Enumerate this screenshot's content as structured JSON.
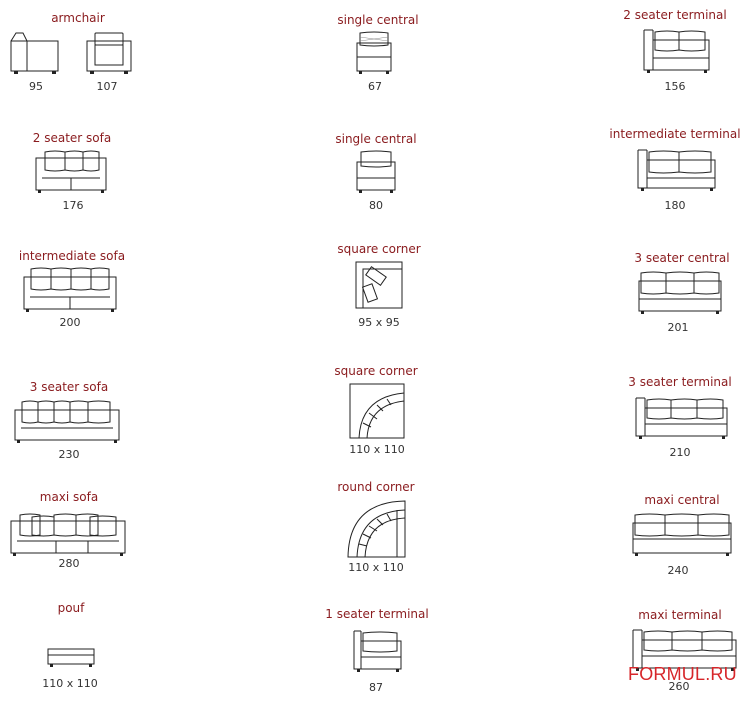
{
  "watermark": "FORMUL.RU",
  "items": [
    {
      "id": "armchair",
      "label": "armchair",
      "dims": [
        "95",
        "107"
      ]
    },
    {
      "id": "single-central-67",
      "label": "single central",
      "dims": [
        "67"
      ]
    },
    {
      "id": "2-seater-terminal",
      "label": "2 seater terminal",
      "dims": [
        "156"
      ]
    },
    {
      "id": "2-seater-sofa",
      "label": "2 seater sofa",
      "dims": [
        "176"
      ]
    },
    {
      "id": "single-central-80",
      "label": "single central",
      "dims": [
        "80"
      ]
    },
    {
      "id": "intermediate-terminal",
      "label": "intermediate terminal",
      "dims": [
        "180"
      ]
    },
    {
      "id": "intermediate-sofa",
      "label": "intermediate sofa",
      "dims": [
        "200"
      ]
    },
    {
      "id": "square-corner-95",
      "label": "square corner",
      "dims": [
        "95 x 95"
      ]
    },
    {
      "id": "3-seater-central",
      "label": "3 seater central",
      "dims": [
        "201"
      ]
    },
    {
      "id": "3-seater-sofa",
      "label": "3 seater sofa",
      "dims": [
        "230"
      ]
    },
    {
      "id": "square-corner-110",
      "label": "square corner",
      "dims": [
        "110 x 110"
      ]
    },
    {
      "id": "3-seater-terminal",
      "label": "3 seater terminal",
      "dims": [
        "210"
      ]
    },
    {
      "id": "maxi-sofa",
      "label": "maxi sofa",
      "dims": [
        "280"
      ]
    },
    {
      "id": "round-corner",
      "label": "round corner",
      "dims": [
        "110 x 110"
      ]
    },
    {
      "id": "maxi-central",
      "label": "maxi central",
      "dims": [
        "240"
      ]
    },
    {
      "id": "pouf",
      "label": "pouf",
      "dims": [
        "110 x 110"
      ]
    },
    {
      "id": "1-seater-terminal",
      "label": "1 seater terminal",
      "dims": [
        "87"
      ]
    },
    {
      "id": "maxi-terminal",
      "label": "maxi terminal",
      "dims": [
        "260"
      ]
    }
  ]
}
